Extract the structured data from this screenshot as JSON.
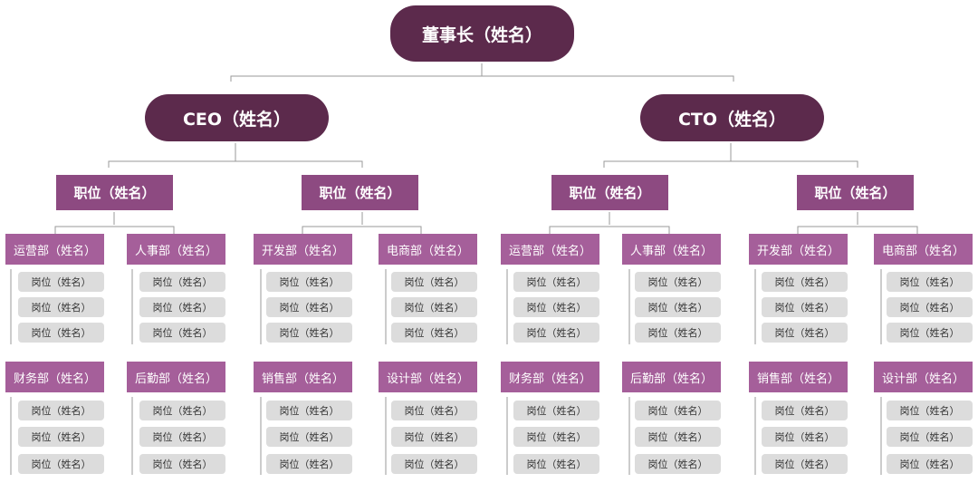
{
  "chairman": "董事长（姓名）",
  "branches": [
    {
      "head": "CEO（姓名）",
      "roles": [
        {
          "label": "职位（姓名）",
          "departments": [
            {
              "label": "运营部（姓名）",
              "posts": [
                "岗位（姓名）",
                "岗位（姓名）",
                "岗位（姓名）"
              ]
            },
            {
              "label": "人事部（姓名）",
              "posts": [
                "岗位（姓名）",
                "岗位（姓名）",
                "岗位（姓名）"
              ]
            },
            {
              "label": "财务部（姓名）",
              "posts": [
                "岗位（姓名）",
                "岗位（姓名）",
                "岗位（姓名）"
              ]
            },
            {
              "label": "后勤部（姓名）",
              "posts": [
                "岗位（姓名）",
                "岗位（姓名）",
                "岗位（姓名）"
              ]
            }
          ]
        },
        {
          "label": "职位（姓名）",
          "departments": [
            {
              "label": "开发部（姓名）",
              "posts": [
                "岗位（姓名）",
                "岗位（姓名）",
                "岗位（姓名）"
              ]
            },
            {
              "label": "电商部（姓名）",
              "posts": [
                "岗位（姓名）",
                "岗位（姓名）",
                "岗位（姓名）"
              ]
            },
            {
              "label": "销售部（姓名）",
              "posts": [
                "岗位（姓名）",
                "岗位（姓名）",
                "岗位（姓名）"
              ]
            },
            {
              "label": "设计部（姓名）",
              "posts": [
                "岗位（姓名）",
                "岗位（姓名）",
                "岗位（姓名）"
              ]
            }
          ]
        }
      ]
    },
    {
      "head": "CTO（姓名）",
      "roles": [
        {
          "label": "职位（姓名）",
          "departments": [
            {
              "label": "运营部（姓名）",
              "posts": [
                "岗位（姓名）",
                "岗位（姓名）",
                "岗位（姓名）"
              ]
            },
            {
              "label": "人事部（姓名）",
              "posts": [
                "岗位（姓名）",
                "岗位（姓名）",
                "岗位（姓名）"
              ]
            },
            {
              "label": "财务部（姓名）",
              "posts": [
                "岗位（姓名）",
                "岗位（姓名）",
                "岗位（姓名）"
              ]
            },
            {
              "label": "后勤部（姓名）",
              "posts": [
                "岗位（姓名）",
                "岗位（姓名）",
                "岗位（姓名）"
              ]
            }
          ]
        },
        {
          "label": "职位（姓名）",
          "departments": [
            {
              "label": "开发部（姓名）",
              "posts": [
                "岗位（姓名）",
                "岗位（姓名）",
                "岗位（姓名）"
              ]
            },
            {
              "label": "电商部（姓名）",
              "posts": [
                "岗位（姓名）",
                "岗位（姓名）",
                "岗位（姓名）"
              ]
            },
            {
              "label": "销售部（姓名）",
              "posts": [
                "岗位（姓名）",
                "岗位（姓名）",
                "岗位（姓名）"
              ]
            },
            {
              "label": "设计部（姓名）",
              "posts": [
                "岗位（姓名）",
                "岗位（姓名）",
                "岗位（姓名）"
              ]
            }
          ]
        }
      ]
    }
  ],
  "colors": {
    "top_node": "#5c2a4c",
    "role_node": "#8d4a81",
    "dept_node": "#a55f9a",
    "post_node": "#dcdcdc",
    "line": "#9a9a9a"
  }
}
